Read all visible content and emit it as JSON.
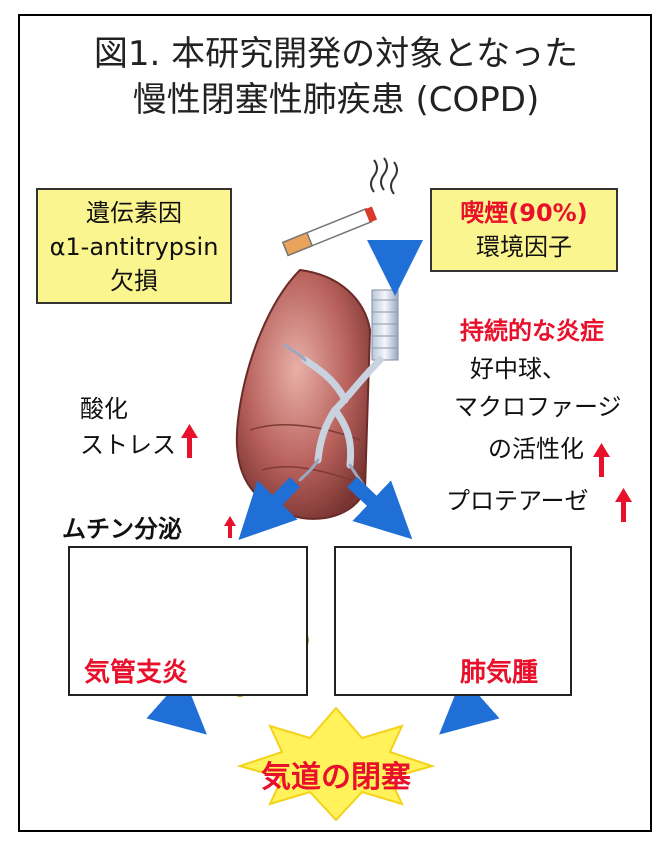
{
  "title": {
    "line1": "図1. 本研究開発の対象となった",
    "line2": "慢性閉塞性肺疾患 (COPD)"
  },
  "genetic_box": {
    "line1": "遺伝素因",
    "line2": "α1-antitrypsin",
    "line3": "欠損"
  },
  "smoking_box": {
    "line1": "喫煙(90%)",
    "line2": "環境因子"
  },
  "left_labels": {
    "oxidative_line1": "酸化",
    "oxidative_line2": "ストレス",
    "mucin": "ムチン分泌"
  },
  "right_labels": {
    "inflammation": "持続的な炎症",
    "cells_line1": "好中球、",
    "cells_line2": "マクロファージ",
    "cells_line3": "の活性化",
    "protease": "プロテアーゼ"
  },
  "panels": {
    "bronchitis": "気管支炎",
    "emphysema": "肺気腫"
  },
  "outcome": "気道の閉塞",
  "colors": {
    "accent_red": "#e8102a",
    "box_yellow": "#fbf58f",
    "arrow_blue": "#1f6fd6",
    "burst_yellow": "#fff25a"
  }
}
